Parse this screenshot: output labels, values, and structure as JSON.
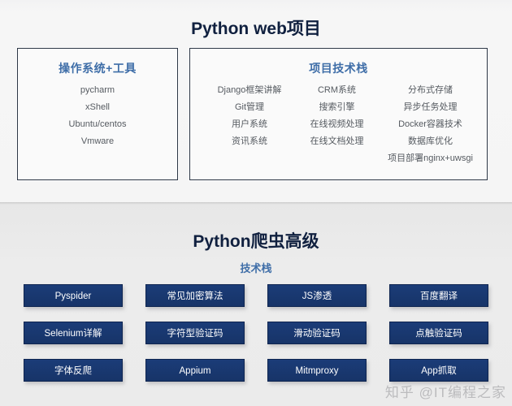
{
  "sections": [
    {
      "id": "python-web",
      "title": "Python web项目",
      "panels": [
        {
          "id": "os-tools",
          "title": "操作系统+工具",
          "items": [
            "pycharm",
            "xShell",
            "Ubuntu/centos",
            "Vmware"
          ]
        },
        {
          "id": "project-stack",
          "title": "项目技术栈",
          "columns": [
            {
              "items": [
                "Django框架讲解",
                "Git管理",
                "用户系统",
                "资讯系统"
              ]
            },
            {
              "items": [
                "CRM系统",
                "搜索引擎",
                "在线视频处理",
                "在线文档处理"
              ]
            },
            {
              "items": [
                "分布式存储",
                "异步任务处理",
                "Docker容器技术",
                "数据库优化",
                "项目部署nginx+uwsgi"
              ]
            }
          ]
        }
      ]
    },
    {
      "id": "python-spider",
      "title": "Python爬虫高级",
      "subtitle": "技术栈",
      "buttons": [
        "Pyspider",
        "常见加密算法",
        "JS渗透",
        "百度翻译",
        "Selenium详解",
        "字符型验证码",
        "滑动验证码",
        "点触验证码",
        "字体反爬",
        "Appium",
        "Mitmproxy",
        "App抓取"
      ]
    }
  ],
  "watermark": "知乎 @IT编程之家",
  "colors": {
    "title": "#10203f",
    "panel_title": "#3f6ea8",
    "button_bg": "#17356e",
    "button_text": "#ffffff",
    "top_bg": "#f5f5f6",
    "bottom_bg": "#eaeaea",
    "panel_border": "#2c3645",
    "list_text": "#555a60",
    "watermark": "#b9b9bb"
  }
}
